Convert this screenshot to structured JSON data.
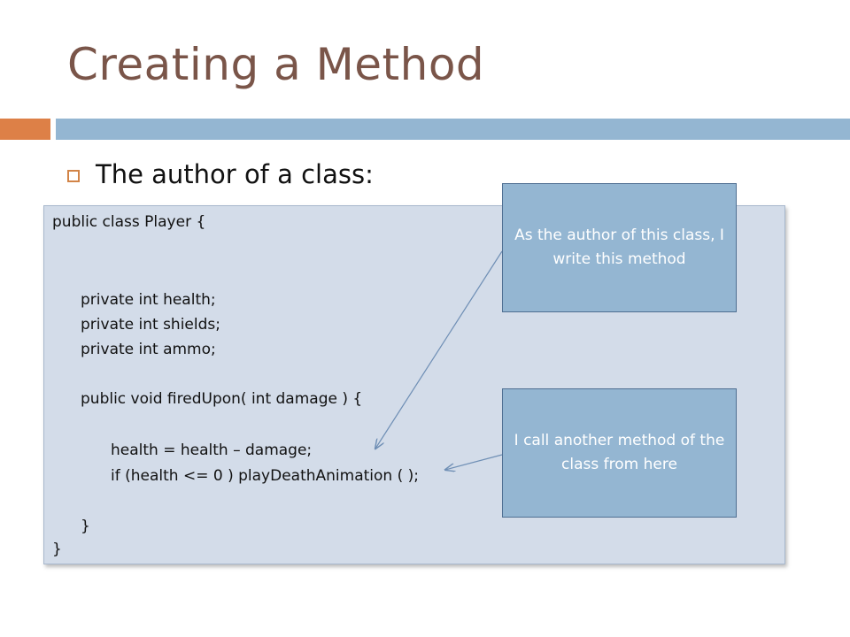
{
  "slide": {
    "title": "Creating a Method",
    "bullet": "The author of a class:"
  },
  "code": {
    "lines": [
      "public class Player {",
      "private int health;",
      "private int shields;",
      "private int ammo;",
      "public void firedUpon( int damage ) {",
      "health = health – damage;",
      "if (health <= 0 ) playDeathAnimation ( );",
      "}",
      "}"
    ]
  },
  "callouts": {
    "author": "As the author of this class, I write this method",
    "call": "I call another method of the class from here"
  },
  "colors": {
    "title": "#7a5549",
    "accent": "#dd8047",
    "bar": "#94b6d2",
    "code_bg": "#d3dce9"
  }
}
